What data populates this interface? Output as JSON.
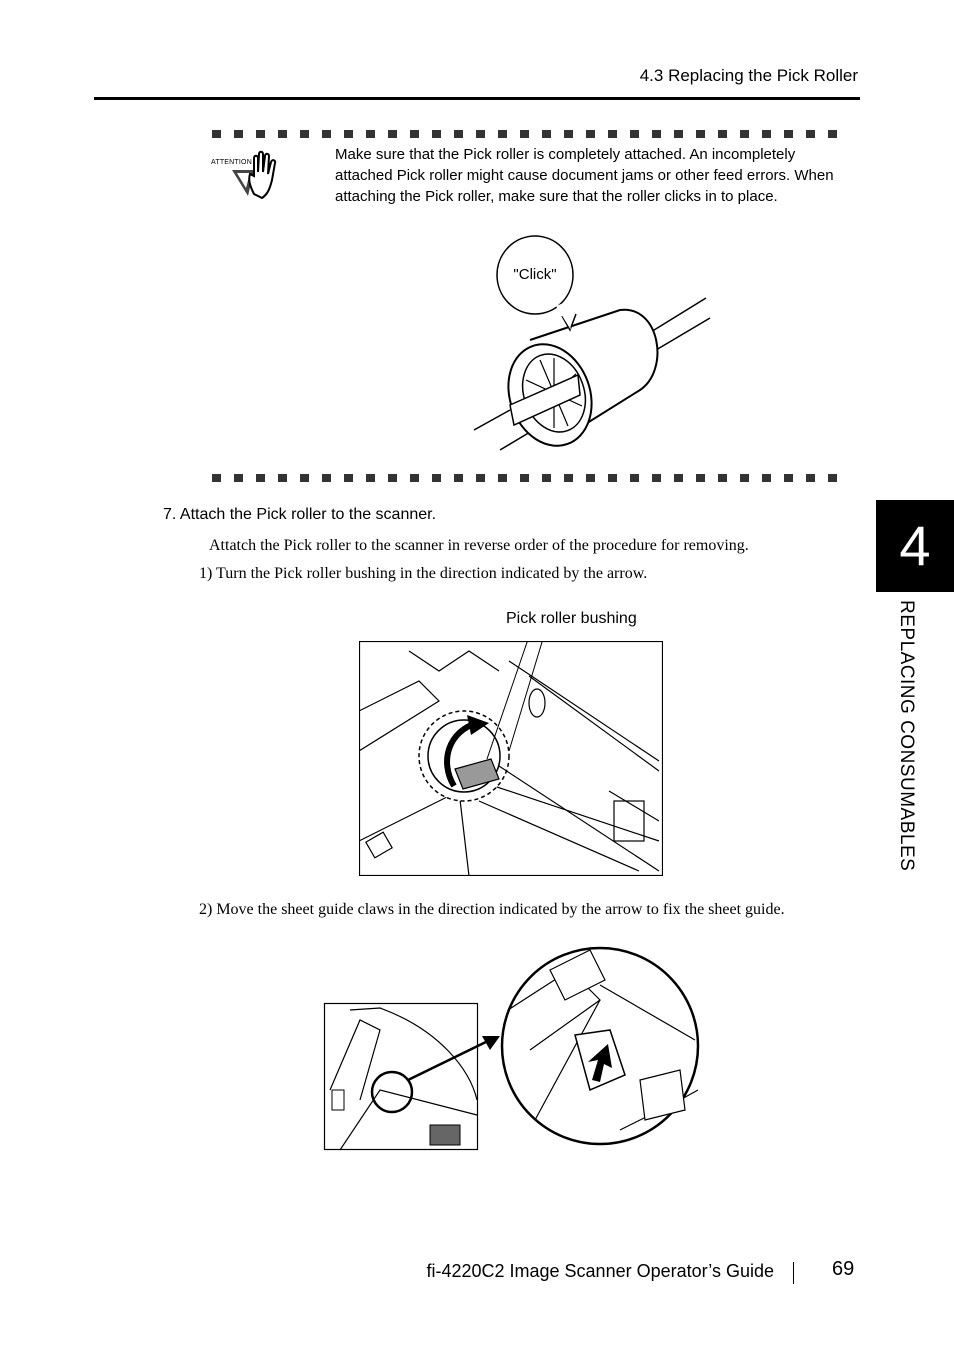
{
  "header": {
    "section_title": "4.3 Replacing the Pick Roller"
  },
  "attention": {
    "icon_label": "ATTENTION",
    "text": "Make sure that the Pick roller is completely attached. An incompletely attached Pick roller might cause document jams or other feed errors. When attaching the Pick roller, make sure that the roller clicks in to place.",
    "callout": "\"Click\""
  },
  "step": {
    "heading": "7.   Attach the Pick roller to the scanner.",
    "intro": "Attatch the Pick roller to the scanner in reverse order of the procedure for removing.",
    "substeps": [
      "1)   Turn the Pick roller bushing in the direction indicated by the arrow.",
      "2)   Move the sheet guide claws in the direction indicated by the arrow to fix the sheet guide."
    ],
    "figure1_label": "Pick roller bushing"
  },
  "side_tab": {
    "number": "4",
    "text": "REPLACING CONSUMABLES"
  },
  "footer": {
    "guide_title": "fi-4220C2 Image Scanner Operator’s Guide",
    "page_number": "69"
  }
}
